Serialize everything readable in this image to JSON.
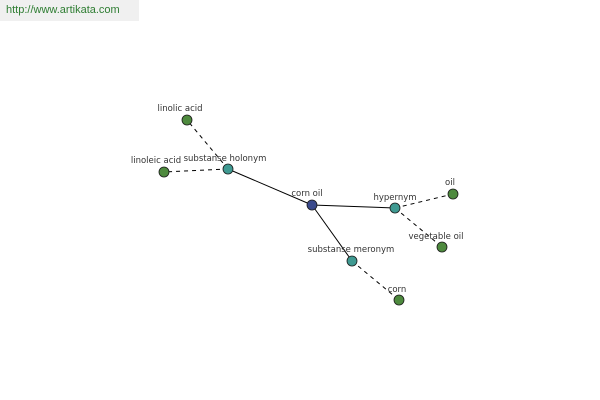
{
  "header": {
    "url_text": "http://www.artikata.com"
  },
  "colors": {
    "center_node": "#3a4a8c",
    "relation_node": "#3f9a92",
    "word_node": "#4e8a3e",
    "edge": "#000000",
    "url_text": "#2e7d32",
    "url_background": "#f0f0f0"
  },
  "graph": {
    "nodes": [
      {
        "id": "corn-oil",
        "label": "corn oil",
        "kind": "center"
      },
      {
        "id": "substanse-holonym",
        "label": "substanse holonym",
        "kind": "relation"
      },
      {
        "id": "hypernym",
        "label": "hypernym",
        "kind": "relation"
      },
      {
        "id": "substanse-meronym",
        "label": "substanse meronym",
        "kind": "relation"
      },
      {
        "id": "linolic-acid",
        "label": "linolic acid",
        "kind": "word"
      },
      {
        "id": "linoleic-acid",
        "label": "linoleic acid",
        "kind": "word"
      },
      {
        "id": "oil",
        "label": "oil",
        "kind": "word"
      },
      {
        "id": "vegetable-oil",
        "label": "vegetable oil",
        "kind": "word"
      },
      {
        "id": "corn",
        "label": "corn",
        "kind": "word"
      }
    ],
    "edges": [
      {
        "from": "corn-oil",
        "to": "substanse-holonym",
        "style": "solid"
      },
      {
        "from": "corn-oil",
        "to": "hypernym",
        "style": "solid"
      },
      {
        "from": "corn-oil",
        "to": "substanse-meronym",
        "style": "solid"
      },
      {
        "from": "substanse-holonym",
        "to": "linolic-acid",
        "style": "dashed"
      },
      {
        "from": "substanse-holonym",
        "to": "linoleic-acid",
        "style": "dashed"
      },
      {
        "from": "hypernym",
        "to": "oil",
        "style": "dashed"
      },
      {
        "from": "hypernym",
        "to": "vegetable-oil",
        "style": "dashed"
      },
      {
        "from": "substanse-meronym",
        "to": "corn",
        "style": "dashed"
      }
    ]
  }
}
